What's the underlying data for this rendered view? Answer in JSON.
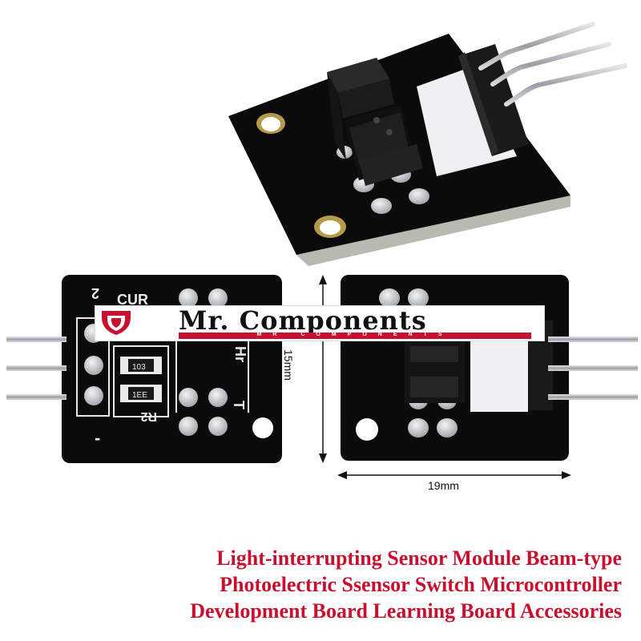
{
  "logo": {
    "title": "Mr. Components",
    "subtitle": "MR COMPONENTS",
    "colors": {
      "brand": "#c8102e",
      "text": "#111111"
    }
  },
  "pcb_labels": {
    "pin_2": "2",
    "cur": "CUR",
    "r1_code": "103",
    "r2_code": "1EE",
    "r2_label": "R2",
    "hr": "Hr",
    "t": "T",
    "minus": "-"
  },
  "dimensions": {
    "height_label": "15mm",
    "width_label": "19mm"
  },
  "caption": {
    "line1": "Light-interrupting Sensor Module Beam-type",
    "line2": "Photoelectric Ssensor Switch Microcontroller",
    "line3": "Development Board Learning Board Accessories"
  },
  "colors": {
    "board": "#0b0b0b",
    "pad": "#c9cdd1",
    "pin": "#c0c4c8",
    "header": "#1a1a1a",
    "label_white": "#e8eaec",
    "caption": "#c8102e"
  }
}
